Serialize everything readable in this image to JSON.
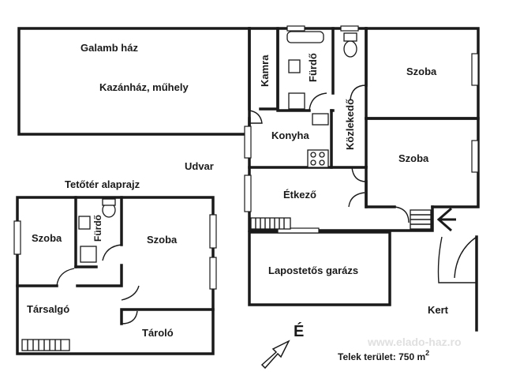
{
  "rooms": {
    "galamb_haz": "Galamb ház",
    "kazanhaz": "Kazánház, műhely",
    "kamra": "Kamra",
    "furdo": "Fürdő",
    "szoba_top": "Szoba",
    "szoba_mid": "Szoba",
    "kozlekedo": "Közlekedő",
    "konyha": "Konyha",
    "etkezo": "Étkező",
    "garazs": "Lapostetős garázs",
    "kert": "Kert",
    "udvar": "Udvar"
  },
  "attic": {
    "title": "Tetőtér alaprajz",
    "szoba_left": "Szoba",
    "furdo": "Fürdő",
    "szoba_right": "Szoba",
    "tarsalgo": "Társalgó",
    "tarolo": "Tároló"
  },
  "north_label": "É",
  "plot_area": {
    "label": "Telek terület: 750 m",
    "superscript": "2"
  },
  "watermark": "www.elado-haz.ro",
  "colors": {
    "line": "#1a1a1a",
    "background": "#ffffff",
    "watermark": "#e0e0e0"
  }
}
